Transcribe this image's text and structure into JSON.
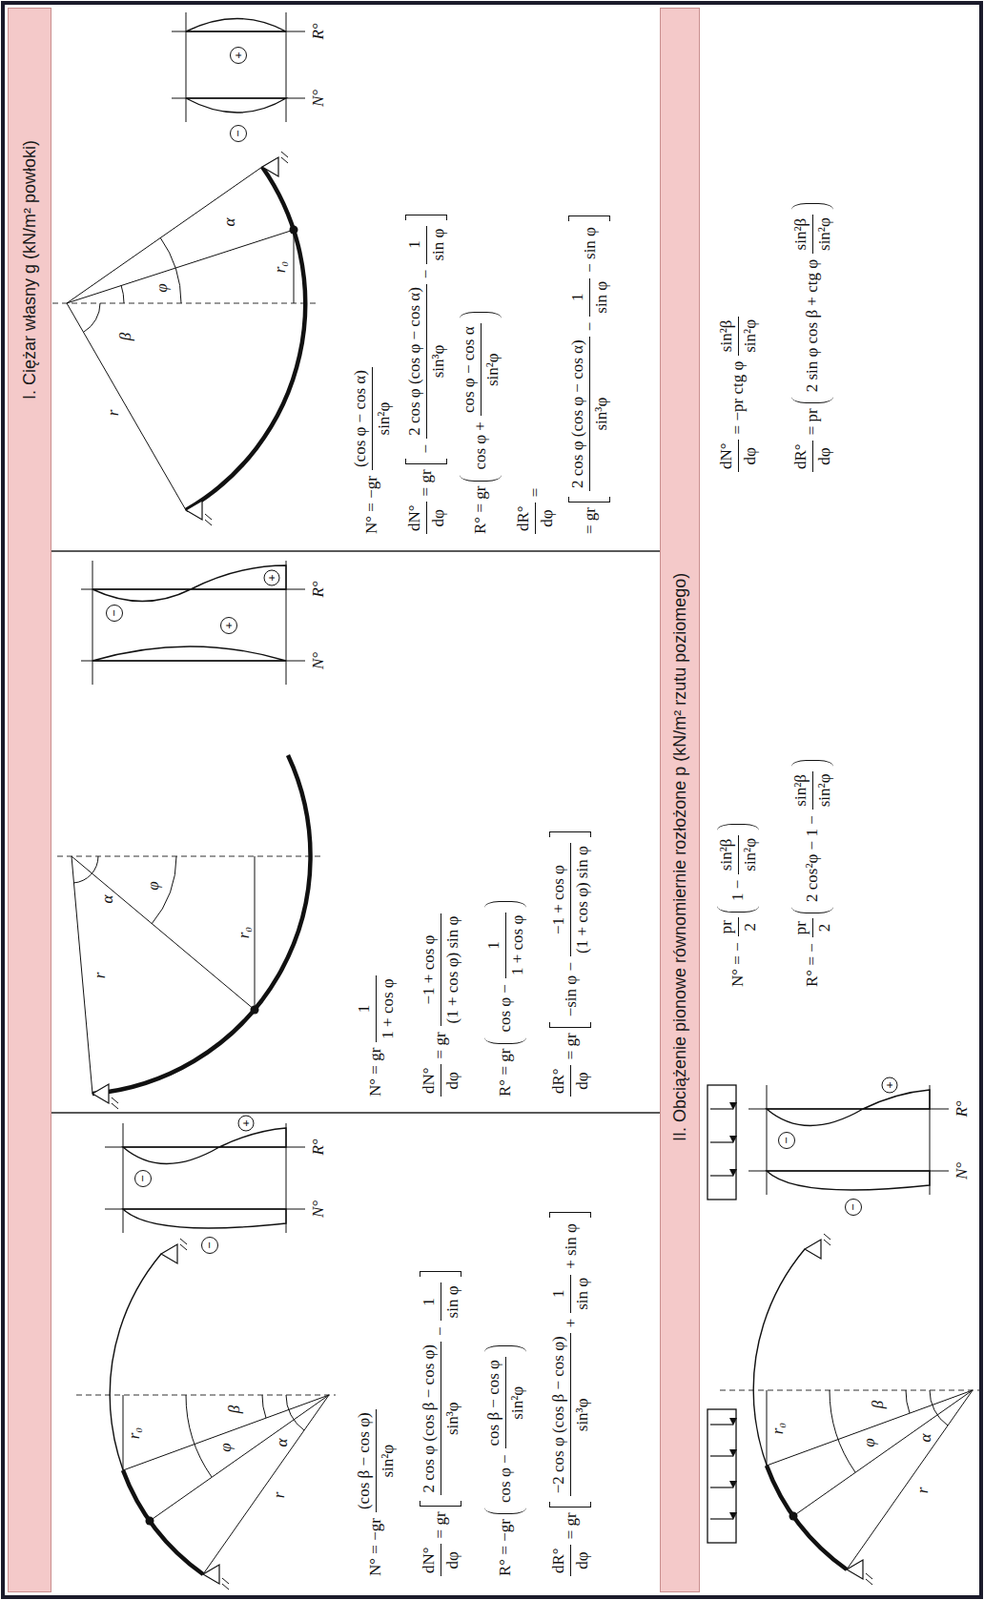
{
  "diagram": {
    "nodes": [
      {
        "text": [
          "I. Ciężar własny g (kN/m² powłoki)"
        ]
      },
      {
        "text": [
          "II. Obciążenie pionowe równomiernie rozłożone p (kN/m² rzutu poziomego)"
        ]
      }
    ],
    "labels": [
      "r₀",
      "β",
      "φ",
      "α",
      "r",
      "N°",
      "R°",
      "−",
      "−",
      "+",
      "r",
      "α",
      "φ",
      "r₀",
      "N°",
      "R°",
      "+",
      "−",
      "+",
      "r",
      "α",
      "φ",
      "β",
      "r₀",
      "N°",
      "R°",
      "−",
      "+",
      "β",
      "r₀",
      "φ",
      "α",
      "r",
      "N°",
      "R°",
      "−",
      "−",
      "+",
      "N° = −gr",
      "(cos β − cos φ)",
      "sin²φ",
      "dN°",
      "dφ",
      "= gr",
      "2 cos φ (cos β − cos φ)",
      "sin³φ",
      "−",
      "1",
      "sin φ",
      "R° = −gr",
      "cos φ −",
      "cos β − cos φ",
      "sin²φ",
      "dR°",
      "dφ",
      "= gr",
      "−2 cos φ (cos β − cos φ)",
      "sin³φ",
      "+",
      "1",
      "sin φ",
      "+ sin φ",
      "N° = gr",
      "1",
      "1 + cos φ",
      "dN°",
      "dφ",
      "= gr",
      "−1 + cos φ",
      "(1 + cos φ) sin φ",
      "R° = gr",
      "cos φ −",
      "1",
      "1 + cos φ",
      "dR°",
      "dφ",
      "= gr",
      "−sin φ −",
      "−1 + cos φ",
      "(1 + cos φ) sin φ",
      "N° = −gr",
      "(cos φ − cos α)",
      "sin²φ",
      "dN°",
      "dφ",
      "= gr",
      "−",
      "2 cos φ (cos φ − cos α)",
      "sin³φ",
      "−",
      "1",
      "sin φ",
      "R° = gr",
      "cos φ +",
      "cos φ − cos α",
      "sin²φ",
      "dR°",
      "dφ",
      "=",
      "= gr",
      "2 cos φ (cos φ − cos α)",
      "sin³φ",
      "−",
      "1",
      "sin φ",
      "− sin φ",
      "N° = −",
      "pr",
      "2",
      "1 −",
      "sin²β",
      "sin²φ",
      "R° = −",
      "pr",
      "2",
      "2 cos²φ − 1 −",
      "sin²β",
      "sin²φ",
      "dN°",
      "dφ",
      "= −pr ctg φ",
      "sin²β",
      "sin²φ",
      "dR°",
      "dφ",
      "= pr",
      "2 sin φ cos β + ctg φ",
      "sin²β",
      "sin²φ"
    ]
  }
}
